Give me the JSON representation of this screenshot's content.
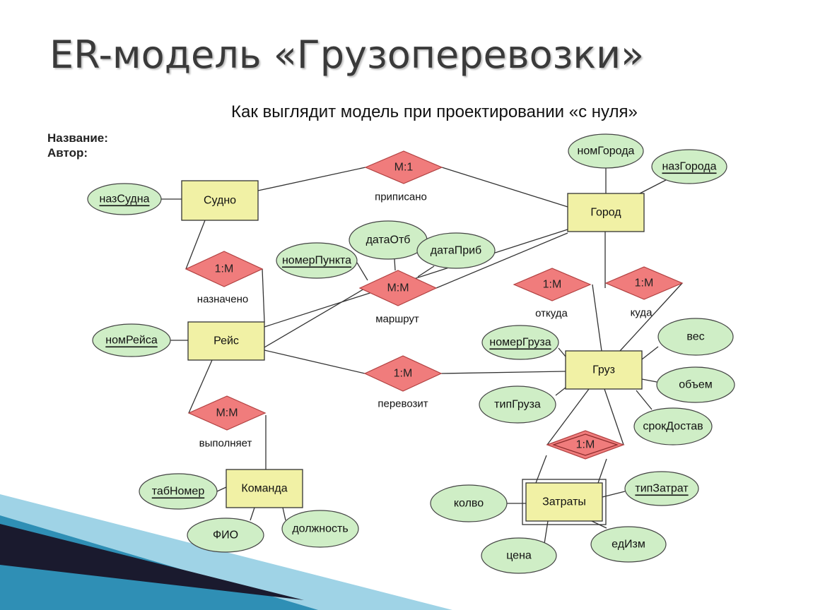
{
  "slide": {
    "title": "ER-модель «Грузоперевозки»",
    "subtitle": "Как выглядит модель при проектировании «с нуля»",
    "name_label": "Название:",
    "author_label": "Автор:"
  },
  "colors": {
    "entity_fill": "#f1f1a5",
    "relation_fill": "#f07c7c",
    "attribute_fill": "#cfeec6",
    "line": "#333333",
    "corner_dark": "#1a1a2e",
    "corner_teal": "#2f8fb5",
    "corner_light": "#9fd3e6"
  },
  "entities": [
    {
      "id": "sudno",
      "label": "Судно"
    },
    {
      "id": "gorod",
      "label": "Город"
    },
    {
      "id": "reys",
      "label": "Рейс"
    },
    {
      "id": "gruz",
      "label": "Груз"
    },
    {
      "id": "komanda",
      "label": "Команда"
    },
    {
      "id": "zatraty",
      "label": "Затраты",
      "weak": true
    }
  ],
  "relationships": [
    {
      "id": "r_pripisano",
      "cardinality": "М:1",
      "label": "приписано"
    },
    {
      "id": "r_naznacheno",
      "cardinality": "1:М",
      "label": "назначено"
    },
    {
      "id": "r_marshrut",
      "cardinality": "М:М",
      "label": "маршрут"
    },
    {
      "id": "r_otkuda",
      "cardinality": "1:М",
      "label": "откуда"
    },
    {
      "id": "r_kuda",
      "cardinality": "1:М",
      "label": "куда"
    },
    {
      "id": "r_perevozit",
      "cardinality": "1:М",
      "label": "перевозит"
    },
    {
      "id": "r_vypolnyaet",
      "cardinality": "М:М",
      "label": "выполняет"
    },
    {
      "id": "r_zatraty",
      "cardinality": "1:М",
      "label": "",
      "weak": true
    }
  ],
  "attributes": [
    {
      "id": "a_nazSudna",
      "label": "назСудна",
      "key": true
    },
    {
      "id": "a_nomGoroda",
      "label": "номГорода",
      "key": false
    },
    {
      "id": "a_nazGoroda",
      "label": "назГорода",
      "key": true
    },
    {
      "id": "a_dataOtb",
      "label": "датаОтб",
      "key": false
    },
    {
      "id": "a_dataPrib",
      "label": "датаПриб",
      "key": false
    },
    {
      "id": "a_nomerPunkta",
      "label": "номерПункта",
      "key": true
    },
    {
      "id": "a_nomReysa",
      "label": "номРейса",
      "key": true
    },
    {
      "id": "a_nomerGruza",
      "label": "номерГруза",
      "key": true
    },
    {
      "id": "a_ves",
      "label": "вес",
      "key": false
    },
    {
      "id": "a_obem",
      "label": "объем",
      "key": false
    },
    {
      "id": "a_tipGruza",
      "label": "типГруза",
      "key": false
    },
    {
      "id": "a_srokDostav",
      "label": "срокДостав",
      "key": false
    },
    {
      "id": "a_tabNomer",
      "label": "табНомер",
      "key": true
    },
    {
      "id": "a_fio",
      "label": "ФИО",
      "key": false
    },
    {
      "id": "a_dolzhnost",
      "label": "должность",
      "key": false
    },
    {
      "id": "a_tipZatrat",
      "label": "типЗатрат",
      "key": true
    },
    {
      "id": "a_kolvo",
      "label": "колво",
      "key": false
    },
    {
      "id": "a_cena",
      "label": "цена",
      "key": false
    },
    {
      "id": "a_edIzm",
      "label": "едИзм",
      "key": false
    }
  ]
}
